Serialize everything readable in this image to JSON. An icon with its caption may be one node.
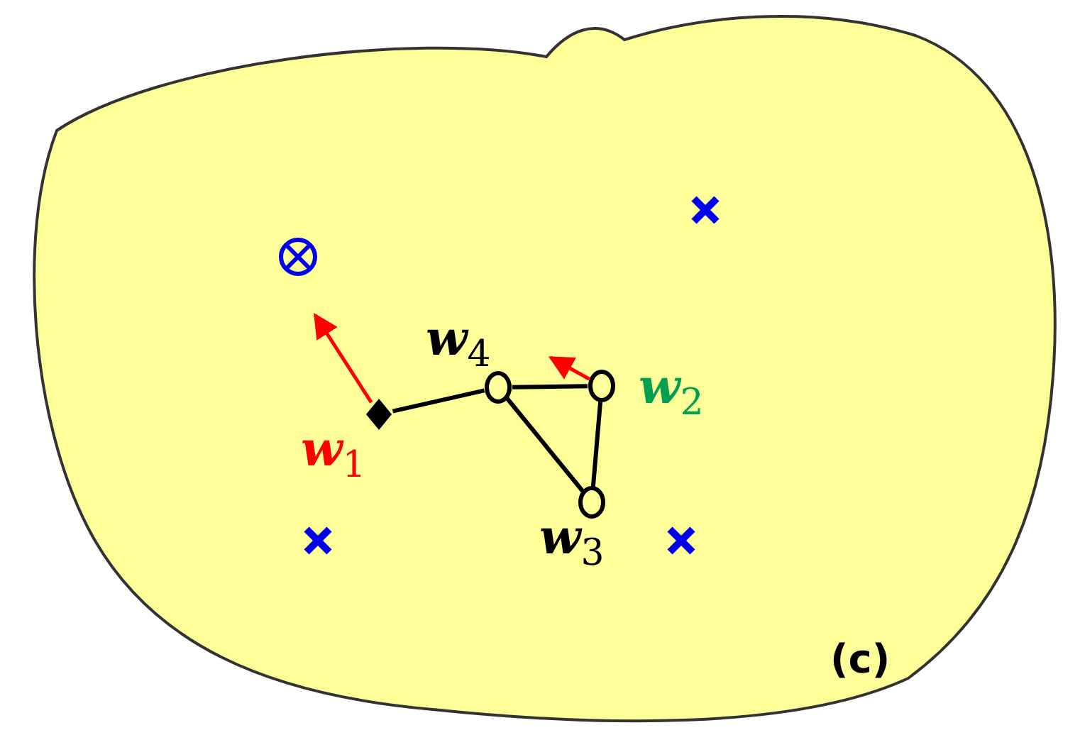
{
  "diagram": {
    "nodes": [
      {
        "text": [],
        "shape": "diamond",
        "beside": [
          "w$_{1}$"
        ]
      },
      {
        "text": [],
        "shape": "circle",
        "beside": [
          "w$_{4}$"
        ]
      },
      {
        "text": [],
        "shape": "circle",
        "beside": [
          "w$_{2}$"
        ]
      },
      {
        "text": [],
        "shape": "circle",
        "beside": [
          "w$_{3}$"
        ]
      }
    ],
    "edges": [
      {
        "from": 0,
        "to": 1,
        "arrow": "none"
      },
      {
        "from": 1,
        "to": 2,
        "arrow": "none"
      },
      {
        "from": 2,
        "to": 3,
        "arrow": "none"
      },
      {
        "from": 1,
        "to": 3,
        "arrow": "none"
      },
      {
        "from": 0,
        "to": null,
        "arrow": "to",
        "color": "#ff0000"
      },
      {
        "from": 2,
        "to": null,
        "arrow": "to",
        "color": "#ff0000"
      }
    ],
    "labels": [
      "(c)"
    ]
  }
}
